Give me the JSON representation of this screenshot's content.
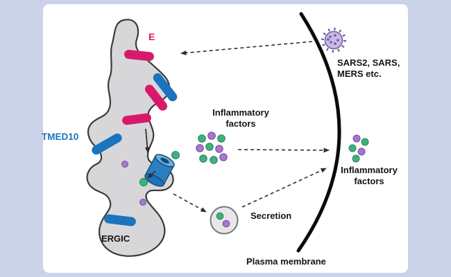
{
  "figure": {
    "type": "cell-biology-pathway-diagram",
    "labels": {
      "e_protein": "E",
      "tmed10": "TMED10",
      "inflammatory_factors_center": "Inflammatory\nfactors",
      "virus_names": "SARS2, SARS,\nMERS etc.",
      "inflammatory_factors_right": "Inflammatory\nfactors",
      "secretion": "Secretion",
      "ergic": "ERGIC",
      "plasma_membrane": "Plasma membrane"
    },
    "icons": {
      "virus": "spiky-circle-virion",
      "secretion_vesicle": "circle-with-cargo-dots",
      "tmed10_channel": "membrane-cylinder-channel"
    },
    "colors": {
      "page_background": "#cbd3e9",
      "canvas_background": "#ffffff",
      "organelle_fill": "#d7d7d9",
      "organelle_stroke": "#3a3a3a",
      "tmed10_blue": "#1b74bc",
      "channel_top_blue": "#6aaede",
      "channel_dark_blue": "#14496e",
      "e_protein_pink": "#d8196b",
      "factor_green": "#3fb27c",
      "factor_green_stroke": "#27805a",
      "factor_purple": "#a678cf",
      "factor_purple_stroke": "#74489c",
      "virus_body": "#c9b9e7",
      "virus_spike": "#6f5b9f",
      "membrane": "#0b0b0b",
      "vesicle_fill": "#e7e7e9",
      "vesicle_stroke": "#767676",
      "arrow": "#2e2e2e"
    }
  }
}
